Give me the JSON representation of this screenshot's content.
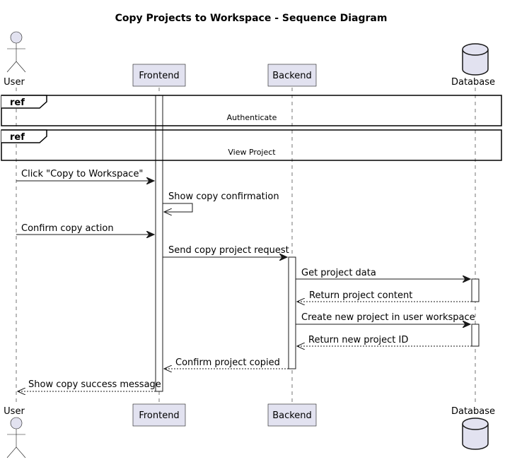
{
  "diagram": {
    "title": "Copy Projects to Workspace - Sequence Diagram",
    "participants": {
      "user": "User",
      "frontend": "Frontend",
      "backend": "Backend",
      "database": "Database"
    },
    "refs": [
      {
        "tag": "ref",
        "label": "Authenticate"
      },
      {
        "tag": "ref",
        "label": "View Project"
      }
    ],
    "messages": [
      {
        "from": "user",
        "to": "frontend",
        "label": "Click \"Copy to Workspace\"",
        "style": "solid"
      },
      {
        "from": "frontend",
        "to": "frontend",
        "label": "Show copy confirmation",
        "style": "solid"
      },
      {
        "from": "user",
        "to": "frontend",
        "label": "Confirm copy action",
        "style": "solid"
      },
      {
        "from": "frontend",
        "to": "backend",
        "label": "Send copy project request",
        "style": "solid"
      },
      {
        "from": "backend",
        "to": "database",
        "label": "Get project data",
        "style": "solid"
      },
      {
        "from": "database",
        "to": "backend",
        "label": "Return project content",
        "style": "dashed"
      },
      {
        "from": "backend",
        "to": "database",
        "label": "Create new project in user workspace",
        "style": "solid"
      },
      {
        "from": "database",
        "to": "backend",
        "label": "Return new project ID",
        "style": "dashed"
      },
      {
        "from": "backend",
        "to": "frontend",
        "label": "Confirm project copied",
        "style": "dashed"
      },
      {
        "from": "frontend",
        "to": "user",
        "label": "Show copy success message",
        "style": "dashed"
      }
    ]
  }
}
